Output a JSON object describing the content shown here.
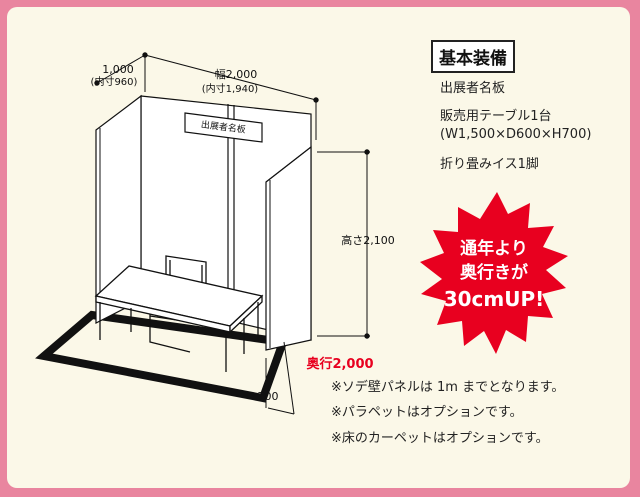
{
  "equipment": {
    "title": "基本装備",
    "items": [
      "出展者名板",
      "販売用テーブル1台",
      "(W1,500×D600×H700)",
      "折り畳みイス1脚"
    ]
  },
  "booth": {
    "depth_value": "1,000",
    "depth_inner": "(内寸960)",
    "width_value": "幅2,000",
    "width_inner": "(内寸1,940)",
    "height": "高さ2,100",
    "sign": "出展者名板",
    "front_depth": "奥行2,000",
    "floor_depth": "700"
  },
  "burst": {
    "line1": "通年より",
    "line2": "奥行きが",
    "line3": "30cmUP!"
  },
  "notes": [
    "※ソデ壁パネルは 1m までとなります。",
    "※パラペットはオプションです。",
    "※床のカーペットはオプションです。"
  ],
  "colors": {
    "accent_red": "#e8001f",
    "frame_pink": "#e9859f",
    "bg_cream": "#fbf8e8"
  }
}
